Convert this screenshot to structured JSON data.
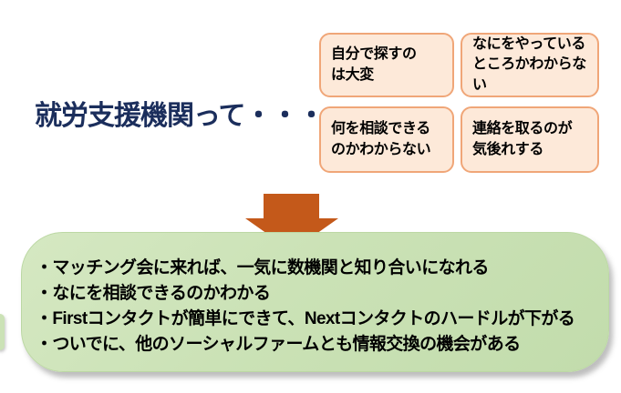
{
  "slide": {
    "title": "就労支援機関って・・・",
    "concerns": [
      {
        "text": "自分で探すの\nは大変"
      },
      {
        "text": "なにをやっている\nところかわからない"
      },
      {
        "text": "何を相談できる\nのかわからない"
      },
      {
        "text": "連絡を取るのが\n気後れする"
      }
    ],
    "benefits": [
      "・マッチング会に来れば、一気に数機関と知り合いになれる",
      "・なにを相談できるのかわかる",
      "・Firstコンタクトが簡単にできて、Nextコンタクトのハードルが下がる",
      "・ついでに、他のソーシャルファームとも情報交換の機会がある"
    ],
    "colors": {
      "title_text": "#1b2e5c",
      "concern_box_fill": "#fde9d9",
      "concern_box_border": "#f0a678",
      "arrow": "#c4591a",
      "benefit_box_fill": "#cbe2b6",
      "body_text": "#000000",
      "background": "#ffffff"
    }
  }
}
